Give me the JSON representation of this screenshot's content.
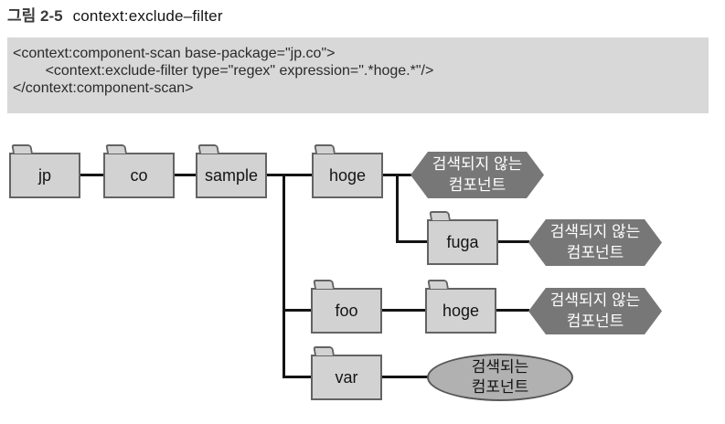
{
  "figure": {
    "label": "그림 2-5",
    "title": "context:exclude–filter"
  },
  "code": {
    "lines": [
      "<context:component-scan base-package=\"jp.co\">",
      "        <context:exclude-filter type=\"regex\" expression=\".*hoge.*\"/>",
      "</context:component-scan>"
    ]
  },
  "tree": {
    "folders": [
      {
        "id": "jp",
        "label": "jp"
      },
      {
        "id": "co",
        "label": "co"
      },
      {
        "id": "sample",
        "label": "sample"
      },
      {
        "id": "hoge",
        "label": "hoge"
      },
      {
        "id": "fuga",
        "label": "fuga"
      },
      {
        "id": "foo",
        "label": "foo"
      },
      {
        "id": "hoge2",
        "label": "hoge"
      },
      {
        "id": "var",
        "label": "var"
      }
    ],
    "badges": {
      "excluded": {
        "line1": "검색되지 않는",
        "line2": "컴포넌트"
      },
      "included": {
        "line1": "검색되는",
        "line2": "컴포넌트"
      }
    }
  },
  "colors": {
    "folder_fill": "#d2d2d2",
    "folder_border": "#636363",
    "hexagon_fill": "#777777",
    "hexagon_text": "#ffffff",
    "ellipse_fill": "#b1b1b1",
    "ellipse_border": "#585858",
    "code_background": "#d8d8d8",
    "connector": "#141414"
  }
}
